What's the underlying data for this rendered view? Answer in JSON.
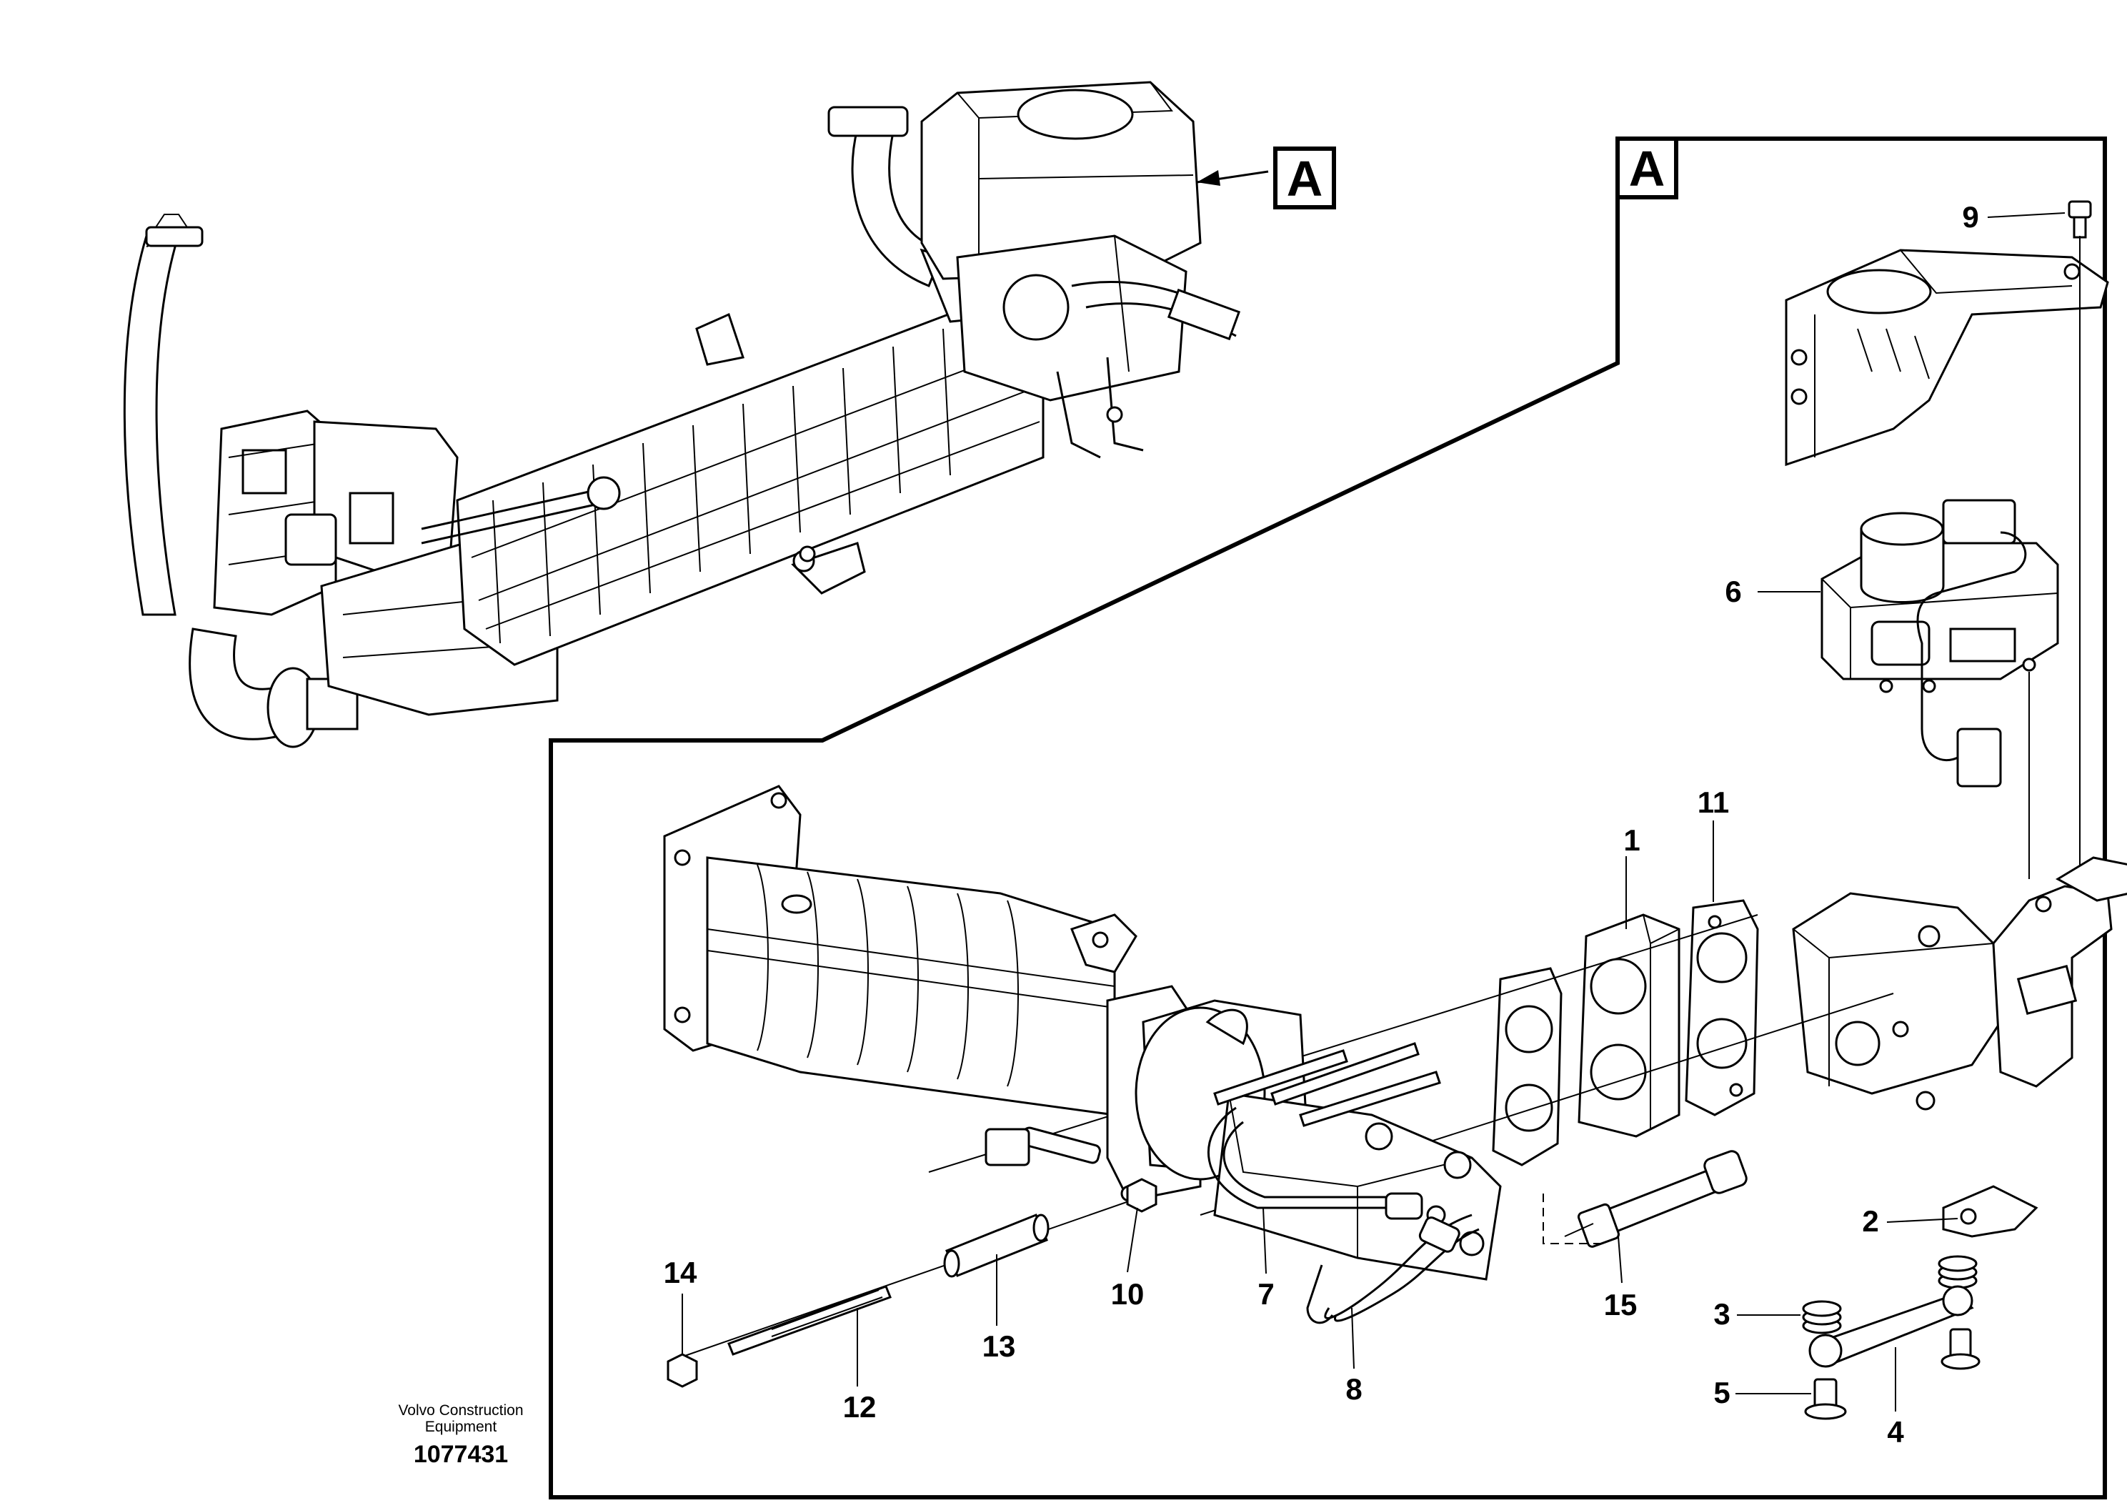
{
  "diagram": {
    "view_markers": {
      "overview": "A",
      "detail": "A"
    },
    "callouts": [
      {
        "id": "c1",
        "text": "1"
      },
      {
        "id": "c2",
        "text": "2"
      },
      {
        "id": "c3",
        "text": "3"
      },
      {
        "id": "c4",
        "text": "4"
      },
      {
        "id": "c5",
        "text": "5"
      },
      {
        "id": "c6",
        "text": "6"
      },
      {
        "id": "c7",
        "text": "7"
      },
      {
        "id": "c8",
        "text": "8"
      },
      {
        "id": "c9",
        "text": "9"
      },
      {
        "id": "c10",
        "text": "10"
      },
      {
        "id": "c11",
        "text": "11"
      },
      {
        "id": "c12",
        "text": "12"
      },
      {
        "id": "c13",
        "text": "13"
      },
      {
        "id": "c14",
        "text": "14"
      },
      {
        "id": "c15",
        "text": "15"
      }
    ],
    "footer": {
      "brand_line1": "Volvo Construction",
      "brand_line2": "Equipment",
      "drawing_number": "1077431"
    }
  }
}
